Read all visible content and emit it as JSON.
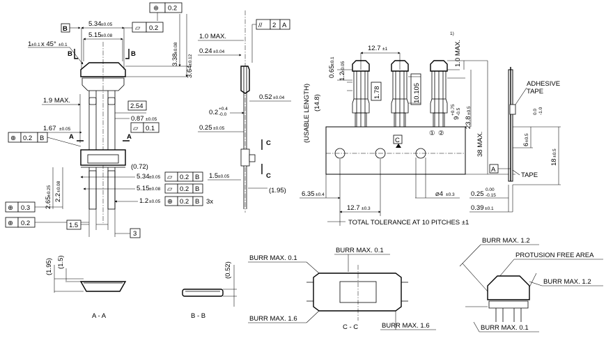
{
  "symbols": {
    "position": "⌖",
    "flatness": "⏥",
    "parallel": "//",
    "cross": "⊕"
  },
  "top_tol": "0.2",
  "left": {
    "datum_B": "B",
    "d534": "5.34",
    "d534t": "±0.05",
    "d515": "5.15",
    "d515t": "±0.08",
    "tol_02": "0.2",
    "chamfer": "1",
    "chamfer_t": "±0.1",
    "chamfer_x": "x 45°",
    "chamfer_t2": "±0.1",
    "secB1": "B",
    "secB2": "B",
    "d338": "3.38",
    "d338t": "±0.08",
    "d364": "3.64",
    "d364t": "±0.12",
    "d19": "1.9 MAX.",
    "d254": "2.54",
    "d087": "0.87",
    "d087t": "±0.05",
    "tol_01": "0.1",
    "d167": "1.67",
    "d167t": "±0.05",
    "secA1": "A",
    "secA2": "A",
    "pos02": "0.2",
    "posB": "B",
    "d072": "(0.72)",
    "r1v": "5.34",
    "r1t": "±0.05",
    "r1tol": "0.2",
    "r1d": "B",
    "r2v": "5.15",
    "r2t": "±0.08",
    "r2tol": "0.2",
    "r2d": "B",
    "r3v": "1.2",
    "r3t": "±0.05",
    "r3tol": "0.2",
    "r3d": "B",
    "r3x": "3x",
    "d265": "2.65",
    "d265t": "±0.25",
    "d22": "2.2",
    "d22t": "±0.08",
    "p03": "0.3",
    "p02": "0.2",
    "d15": "1.5",
    "d3": "3"
  },
  "side": {
    "par": "2",
    "parA": "A",
    "d10": "1.0 MAX.",
    "d024": "0.24",
    "d024t": "±0.04",
    "d052": "0.52",
    "d052t": "±0.04",
    "d02": "0.2",
    "d02t1": "+0.4",
    "d02t2": "-0.0",
    "d025": "0.25",
    "d025t": "±0.05",
    "d15": "1.5",
    "d15t": "±0.05",
    "secC1": "C",
    "secC2": "C",
    "d195": "(1.95)"
  },
  "tape": {
    "usable": "(USABLE LENGTH)",
    "u148": "(14.8)",
    "d065": "0.65",
    "d065t": "±0.1",
    "d12": "1.2",
    "d12t": "±0.05",
    "d127": "12.7",
    "d127t": "±1",
    "d178": "1.78",
    "d10105": "10.105",
    "d9": "9",
    "d9t1": "+0.75",
    "d9t2": "-0.5",
    "d238": "23.8",
    "d238t": "±0.5",
    "d10max": "1.0 MAX.",
    "note1": "1)",
    "d38": "38 MAX.",
    "datumC": "C",
    "n1": "①",
    "n2": "②",
    "adhesive": "ADHESIVE",
    "adhesive2": "TAPE",
    "d00": "0.0",
    "d00t": "-1.0",
    "d6": "6",
    "d6t": "±0.5",
    "d18": "18",
    "d18t": "±0.5",
    "datumA": "A",
    "tapelbl": "TAPE",
    "d635": "6.35",
    "d635t": "±0.4",
    "d127b": "12.7",
    "d127bt": "±0.3",
    "d4": "⌀4",
    "d4t": "±0.3",
    "d025": "0.25",
    "d025t1": "0.00",
    "d025t2": "-0.15",
    "d039": "0.39",
    "d039t": "±0.1",
    "total": "TOTAL TOLERANCE AT 10 PITCHES ±1"
  },
  "sections": {
    "aa195": "(1.95)",
    "aa15": "(1.5)",
    "aa": "A - A",
    "bb052": "(0.52)",
    "bb": "B - B",
    "cc_b1": "BURR MAX. 0.1",
    "cc_b2": "BURR MAX. 0.1",
    "cc_b3": "BURR MAX. 1.6",
    "cc_b4": "BURR MAX. 1.6",
    "cc": "C - C",
    "iso_b1": "BURR MAX. 1.2",
    "iso_pf": "PROTUSION FREE AREA",
    "iso_b2": "BURR MAX. 1.2",
    "iso_b3": "BURR MAX. 0.1"
  }
}
